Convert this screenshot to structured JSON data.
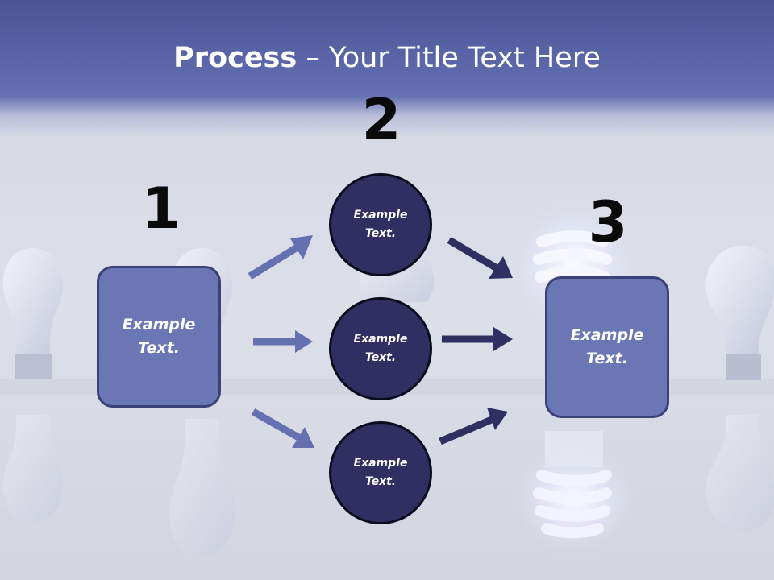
{
  "title": {
    "bold": "Process",
    "rest": " – Your Title Text Here"
  },
  "steps": [
    {
      "number": "1",
      "label": "Example\nText."
    },
    {
      "number": "2"
    },
    {
      "number": "3",
      "label": "Example\nText."
    }
  ],
  "circles": [
    {
      "label": "Example\nText."
    },
    {
      "label": "Example\nText."
    },
    {
      "label": "Example\nText."
    }
  ],
  "colors": {
    "title_band": "#5a66a8",
    "box_fill": "#6b77b5",
    "circle_fill": "#312f62",
    "arrow_light": "#6470b0",
    "arrow_dark": "#312f62"
  },
  "icons": [
    "light-bulb-icon",
    "cfl-bulb-icon"
  ]
}
